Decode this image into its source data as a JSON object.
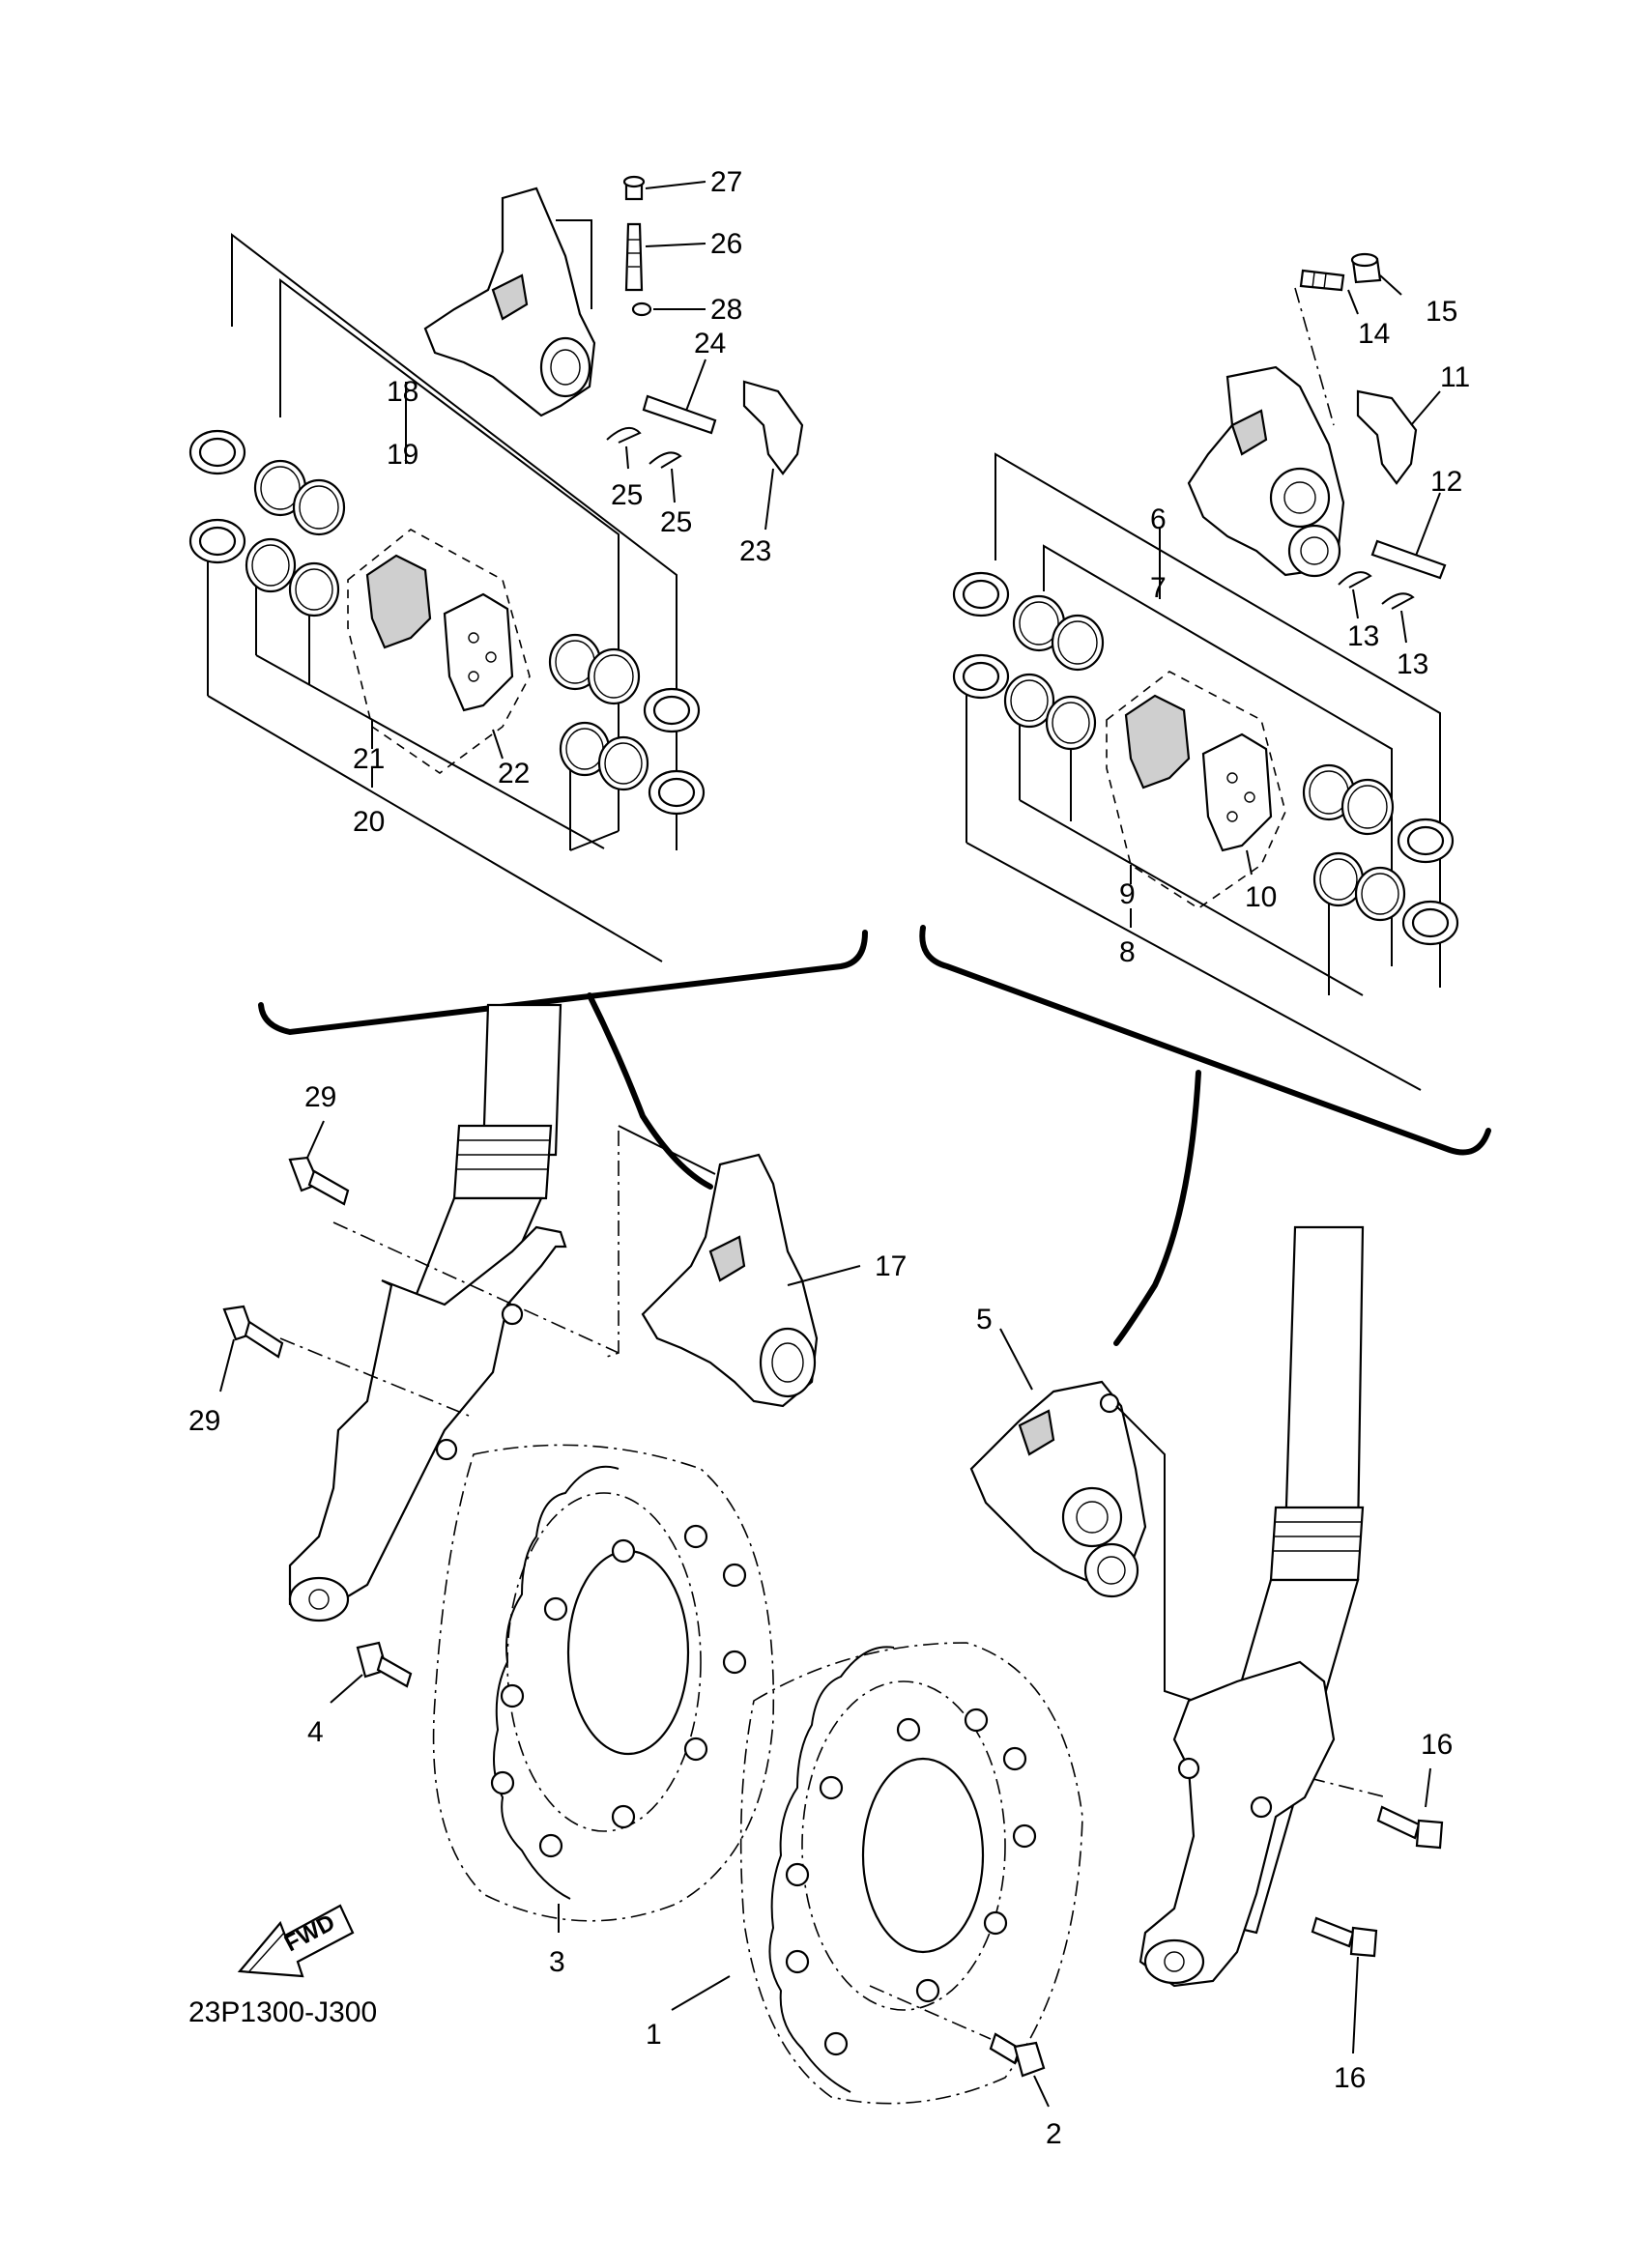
{
  "diagram": {
    "ref_code": "23P1300-J300",
    "fwd_label": "FWD",
    "part_labels": [
      {
        "id": "1",
        "text": "1"
      },
      {
        "id": "2",
        "text": "2"
      },
      {
        "id": "3",
        "text": "3"
      },
      {
        "id": "4",
        "text": "4"
      },
      {
        "id": "5",
        "text": "5"
      },
      {
        "id": "6",
        "text": "6"
      },
      {
        "id": "7",
        "text": "7"
      },
      {
        "id": "8",
        "text": "8"
      },
      {
        "id": "9",
        "text": "9"
      },
      {
        "id": "10",
        "text": "10"
      },
      {
        "id": "11",
        "text": "11"
      },
      {
        "id": "12",
        "text": "12"
      },
      {
        "id": "13a",
        "text": "13"
      },
      {
        "id": "13b",
        "text": "13"
      },
      {
        "id": "14",
        "text": "14"
      },
      {
        "id": "15",
        "text": "15"
      },
      {
        "id": "16a",
        "text": "16"
      },
      {
        "id": "16b",
        "text": "16"
      },
      {
        "id": "17",
        "text": "17"
      },
      {
        "id": "18",
        "text": "18"
      },
      {
        "id": "19",
        "text": "19"
      },
      {
        "id": "20",
        "text": "20"
      },
      {
        "id": "21",
        "text": "21"
      },
      {
        "id": "22",
        "text": "22"
      },
      {
        "id": "23",
        "text": "23"
      },
      {
        "id": "24",
        "text": "24"
      },
      {
        "id": "25a",
        "text": "25"
      },
      {
        "id": "25b",
        "text": "25"
      },
      {
        "id": "26",
        "text": "26"
      },
      {
        "id": "27",
        "text": "27"
      },
      {
        "id": "28",
        "text": "28"
      },
      {
        "id": "29a",
        "text": "29"
      },
      {
        "id": "29b",
        "text": "29"
      }
    ]
  }
}
